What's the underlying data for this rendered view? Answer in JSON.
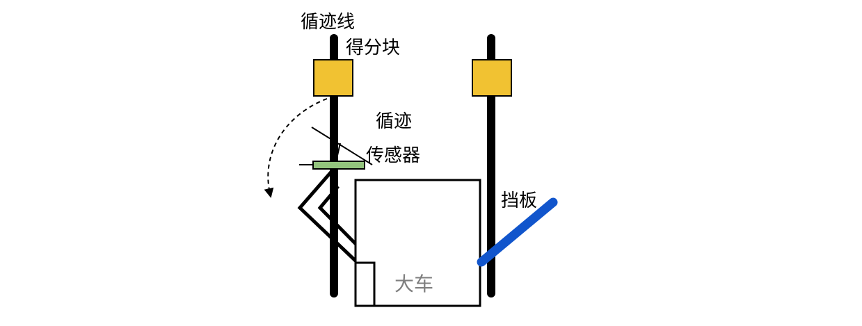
{
  "labels": {
    "track_line": "循迹线",
    "score_block": "得分块",
    "sensor_line1": "循迹",
    "sensor_line2": "传感器",
    "baffle": "挡板",
    "big_car": "大车"
  },
  "colors": {
    "track": "#000000",
    "score_block": "#f1c232",
    "sensor": "#93c47d",
    "baffle": "#1155cc",
    "car_label": "#7f7f7f",
    "outline": "#000000"
  }
}
